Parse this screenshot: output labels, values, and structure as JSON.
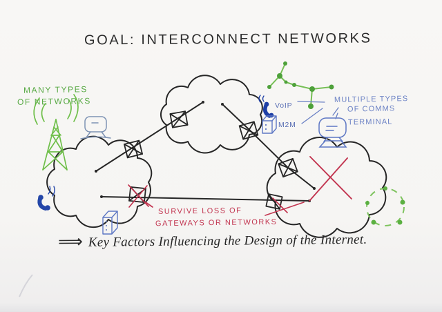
{
  "title": "GOAL: INTERCONNECT NETWORKS",
  "labels": {
    "many_types_line1": "MANY TYPES",
    "many_types_line2": "OF NETWORKS",
    "voip": "VoIP",
    "m2m": "M2M",
    "multiple_types_line1": "MULTIPLE TYPES",
    "multiple_types_line2": "OF COMMS",
    "terminal": "TERMINAL",
    "survive_line1": "SURVIVE LOSS OF",
    "survive_line2": "GATEWAYS OR NETWORKS"
  },
  "footer": {
    "arrow": "⟹",
    "text": "Key Factors Influencing the Design of the Internet."
  },
  "colors": {
    "ink": "#262626",
    "green": "#58a944",
    "green_light": "#7cc35c",
    "blue": "#5d77c4",
    "slate": "#7e93b4",
    "navy": "#1e3fa6",
    "red": "#c23550"
  },
  "icons": {
    "left_side": [
      "radio-tower-icon",
      "crt-terminal-icon",
      "phone-icon",
      "server-building-icon"
    ],
    "right_side": [
      "mesh-network-icon",
      "voip-phone-icon",
      "m2m-device-icon",
      "crt-terminal-icon",
      "ring-network-icon"
    ],
    "diagram": [
      "network-cloud",
      "gateway-box-icon",
      "failed-gateway-cross",
      "failed-network-cross"
    ]
  }
}
